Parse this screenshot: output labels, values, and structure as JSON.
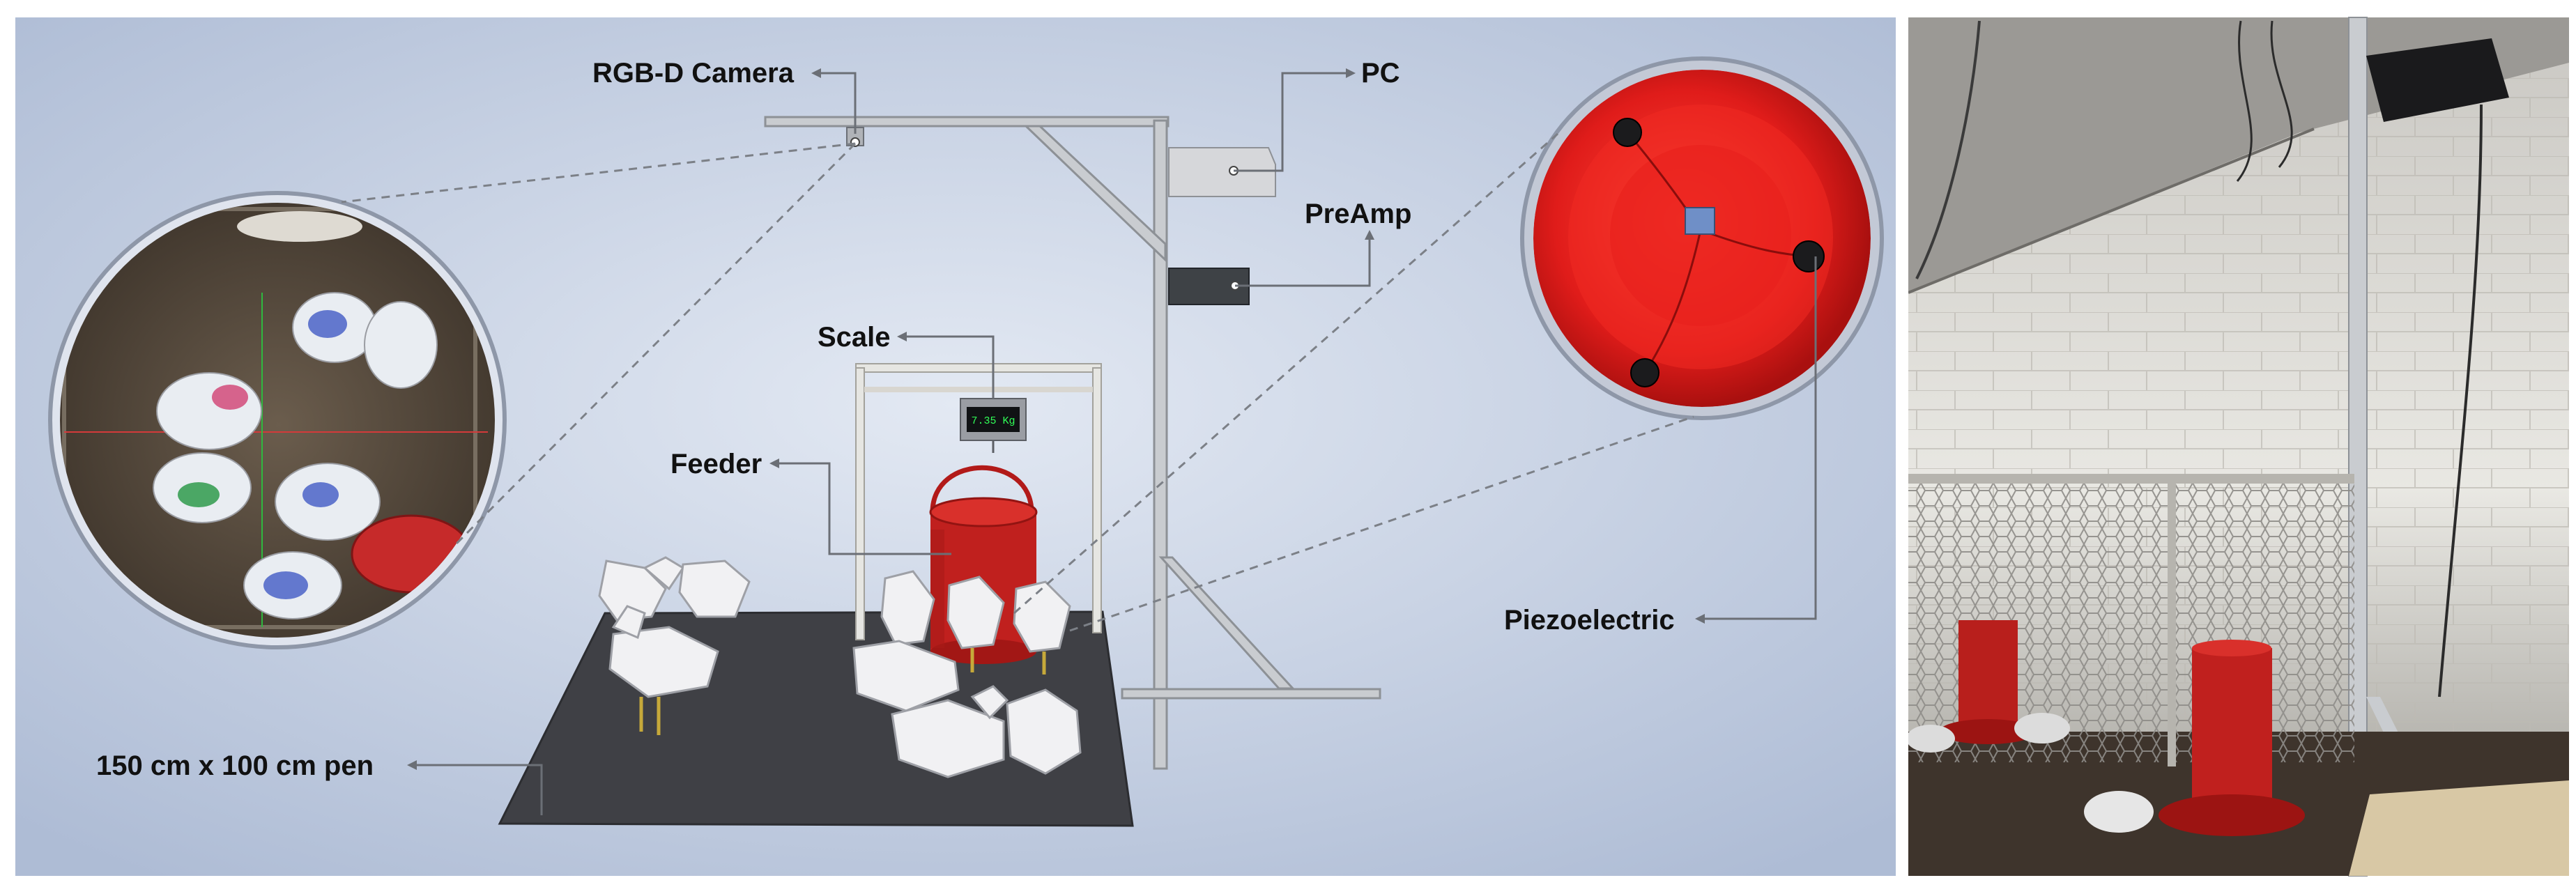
{
  "labels": {
    "camera": "RGB-D Camera",
    "pc": "PC",
    "preamp": "PreAmp",
    "scale": "Scale",
    "feeder": "Feeder",
    "piezo": "Piezoelectric",
    "pen": "150 cm x 100 cm pen"
  },
  "scale_display": "7.35 Kg",
  "colors": {
    "background": "#c8d3e6",
    "feeder_red": "#c0201e",
    "bowl_red": "#e01c1a",
    "floor_mat": "#3f4045",
    "display_green": "#31ff57",
    "frame_metal": "#c9ccd0"
  },
  "icons": {
    "camera": "camera-box-icon",
    "chicken": "chicken-figure-icon"
  }
}
